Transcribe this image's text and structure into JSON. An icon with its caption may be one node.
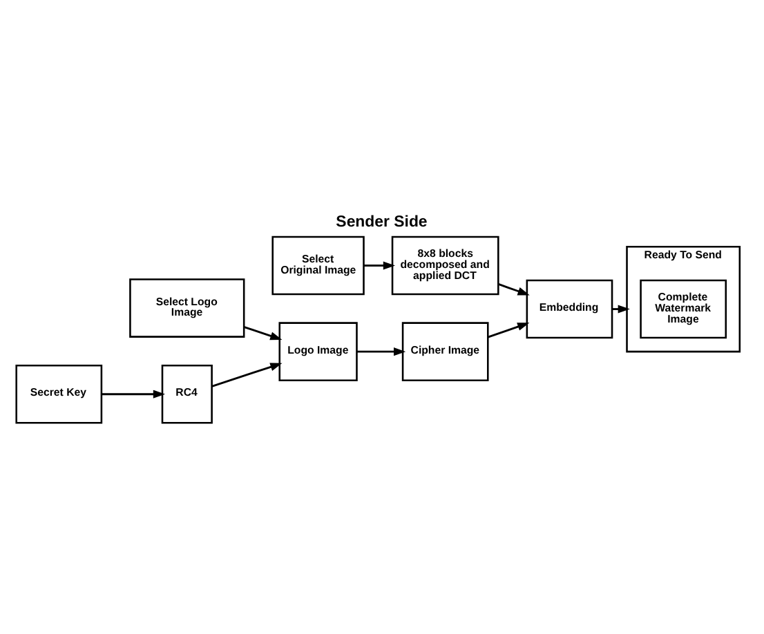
{
  "diagram": {
    "title": "Sender Side",
    "nodes": [
      {
        "text": [
          "Select Original Image"
        ]
      },
      {
        "text": [
          "8x8 blocks decomposed and applied DCT"
        ]
      },
      {
        "text": [
          "Embedding"
        ]
      },
      {
        "text": [
          "Ready To Send"
        ]
      },
      {
        "text": [
          "Complete Watermark Image"
        ],
        "in": 3
      },
      {
        "text": [
          "Select Logo Image"
        ]
      },
      {
        "text": [
          "Logo Image"
        ]
      },
      {
        "text": [
          "Cipher Image"
        ]
      },
      {
        "text": [
          "Secret Key"
        ]
      },
      {
        "text": [
          "RC4"
        ]
      }
    ],
    "edges": [
      {
        "from": 0,
        "to": 1,
        "arrow": "to"
      },
      {
        "from": 1,
        "to": 2,
        "arrow": "to"
      },
      {
        "from": 2,
        "to": 3,
        "arrow": "to"
      },
      {
        "from": 5,
        "to": 6,
        "arrow": "to"
      },
      {
        "from": 6,
        "to": 7,
        "arrow": "to"
      },
      {
        "from": 7,
        "to": 2,
        "arrow": "to"
      },
      {
        "from": 8,
        "to": 9,
        "arrow": "to"
      },
      {
        "from": 9,
        "to": 6,
        "arrow": "to"
      }
    ]
  }
}
